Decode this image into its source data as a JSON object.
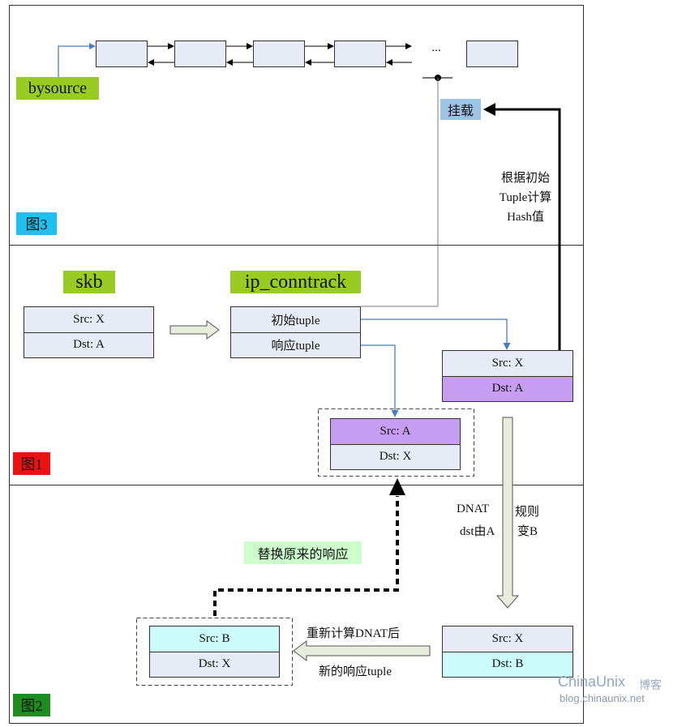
{
  "diagram": {
    "fig3": {
      "label": "图3",
      "bysource_label": "bysource",
      "ellipsis": "...",
      "attach_label": "挂载",
      "hash_note": [
        "根据初始",
        "Tuple计算",
        "Hash值"
      ]
    },
    "fig1": {
      "label": "图1",
      "skb": {
        "title": "skb",
        "rows": [
          "Src: X",
          "Dst: A"
        ]
      },
      "conntrack": {
        "title": "ip_conntrack",
        "rows": [
          "初始tuple",
          "响应tuple"
        ]
      },
      "original_tuple": {
        "rows": [
          "Src: X",
          "Dst: A"
        ]
      },
      "reply_tuple": {
        "rows": [
          "Src: A",
          "Dst: X"
        ]
      }
    },
    "fig2": {
      "label": "图2",
      "dnat_note": {
        "line1_left": "DNAT",
        "line1_right": "规则",
        "line2_left": "dst由A",
        "line2_right": "变B"
      },
      "replace_label": "替换原来的响应",
      "recalc_note": [
        "重新计算DNAT后",
        "新的响应tuple"
      ],
      "new_reply_tuple": {
        "rows": [
          "Src: B",
          "Dst: X"
        ]
      },
      "new_original_tuple": {
        "rows": [
          "Src: X",
          "Dst: B"
        ]
      }
    }
  },
  "watermark": {
    "brand": "ChinaUnix",
    "brand_suffix": "博客",
    "url": "blog.chinaunix.net"
  },
  "colors": {
    "cell_light": "#e6ebf5",
    "cell_purple": "#c79df2",
    "cell_cyan": "#ccfbfb",
    "label_green": "#99cc22",
    "label_light_green": "#ccffcc",
    "label_light_blue": "#9dc3e6",
    "fig3_tag": "#1ec0f0",
    "fig1_tag": "#ee1111",
    "fig2_tag": "#1f8c1f",
    "link_blue": "#4a7ebb"
  }
}
